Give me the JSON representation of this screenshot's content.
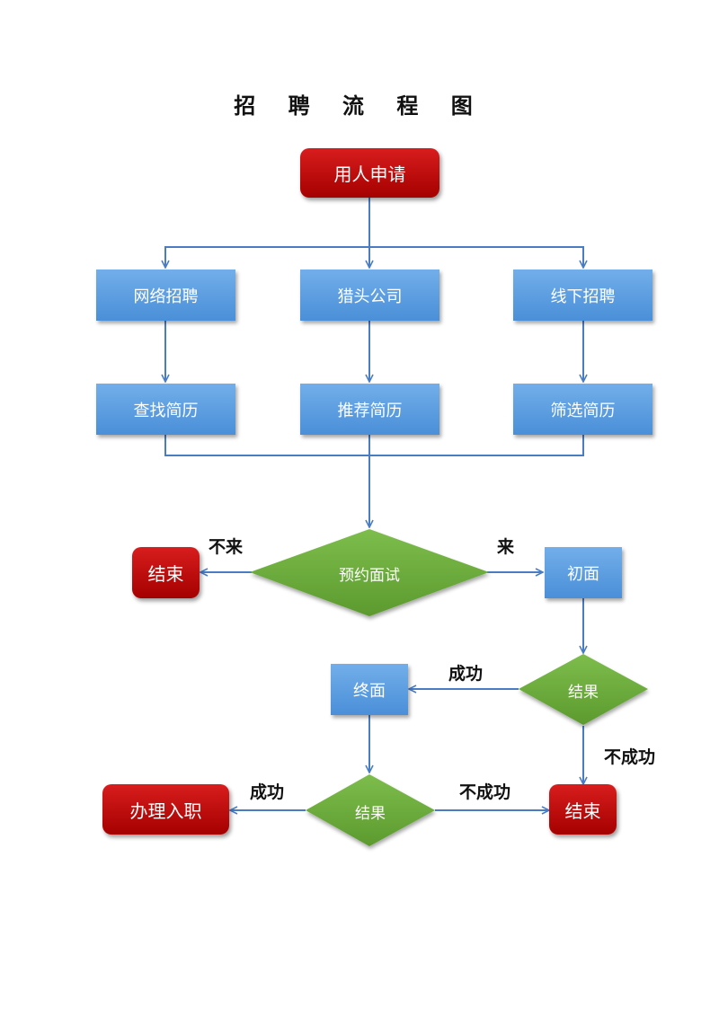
{
  "title": "招 聘 流 程 图",
  "colors": {
    "red_node": "#b40000",
    "blue_node": "#5b9bdf",
    "green_diamond": "#6aaa3a",
    "connector": "#4a7cc4"
  },
  "nodes": {
    "start": "用人申请",
    "channels": [
      "网络招聘",
      "猎头公司",
      "线下招聘"
    ],
    "resume_steps": [
      "查找简历",
      "推荐简历",
      "筛选简历"
    ],
    "interview_decision": "预约面试",
    "end_left": "结束",
    "first_interview": "初面",
    "first_result": "结果",
    "final_interview": "终面",
    "final_result": "结果",
    "onboard": "办理入职",
    "end_right": "结束"
  },
  "edge_labels": {
    "not_come": "不来",
    "come": "来",
    "first_success": "成功",
    "first_fail": "不成功",
    "final_success": "成功",
    "final_fail": "不成功"
  }
}
